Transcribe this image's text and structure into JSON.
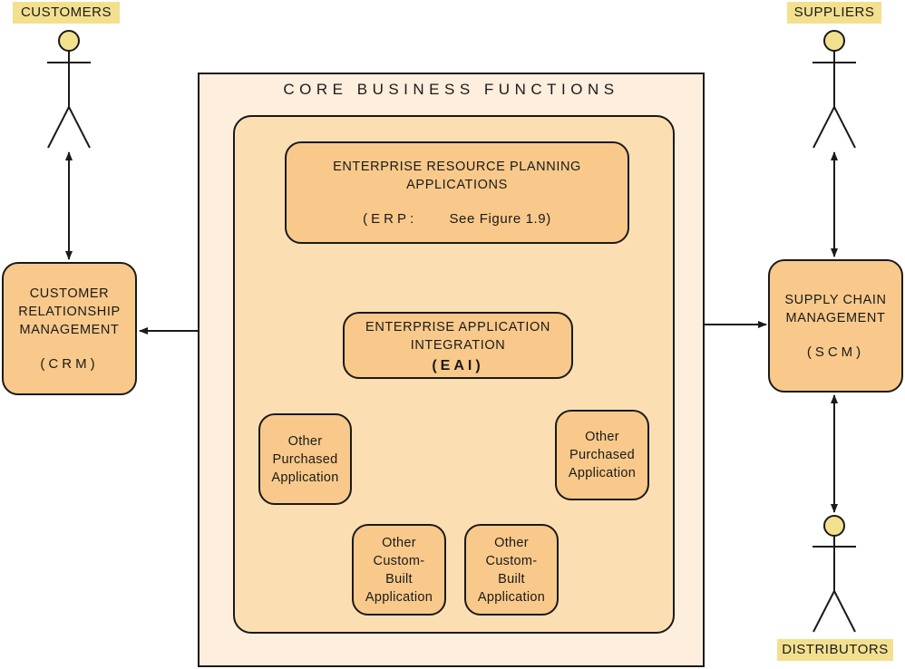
{
  "actors": {
    "customers": "CUSTOMERS",
    "suppliers": "SUPPLIERS",
    "distributors": "DISTRIBUTORS"
  },
  "core": {
    "title": "CORE BUSINESS FUNCTIONS"
  },
  "erp": {
    "line1": "ENTERPRISE RESOURCE PLANNING",
    "line2": "APPLICATIONS",
    "abbr": "(ERP:",
    "ref": "See Figure 1.9)"
  },
  "eai": {
    "line1": "ENTERPRISE APPLICATION",
    "line2": "INTEGRATION",
    "abbr": "(EAI)"
  },
  "crm": {
    "line1": "CUSTOMER",
    "line2": "RELATIONSHIP",
    "line3": "MANAGEMENT",
    "abbr": "(CRM)"
  },
  "scm": {
    "line1": "SUPPLY CHAIN",
    "line2": "MANAGEMENT",
    "abbr": "(SCM)"
  },
  "apps": {
    "purchased_left": [
      "Other",
      "Purchased",
      "Application"
    ],
    "purchased_right": [
      "Other",
      "Purchased",
      "Application"
    ],
    "custom_left": [
      "Other",
      "Custom-",
      "Built",
      "Application"
    ],
    "custom_right": [
      "Other",
      "Custom-",
      "Built",
      "Application"
    ]
  },
  "colors": {
    "actor_head": "#f3e08f",
    "outer_fill": "#fdeede",
    "inner_fill": "#fbdfb2",
    "node_fill": "#f8c98a",
    "stroke": "#1a1a1a"
  }
}
